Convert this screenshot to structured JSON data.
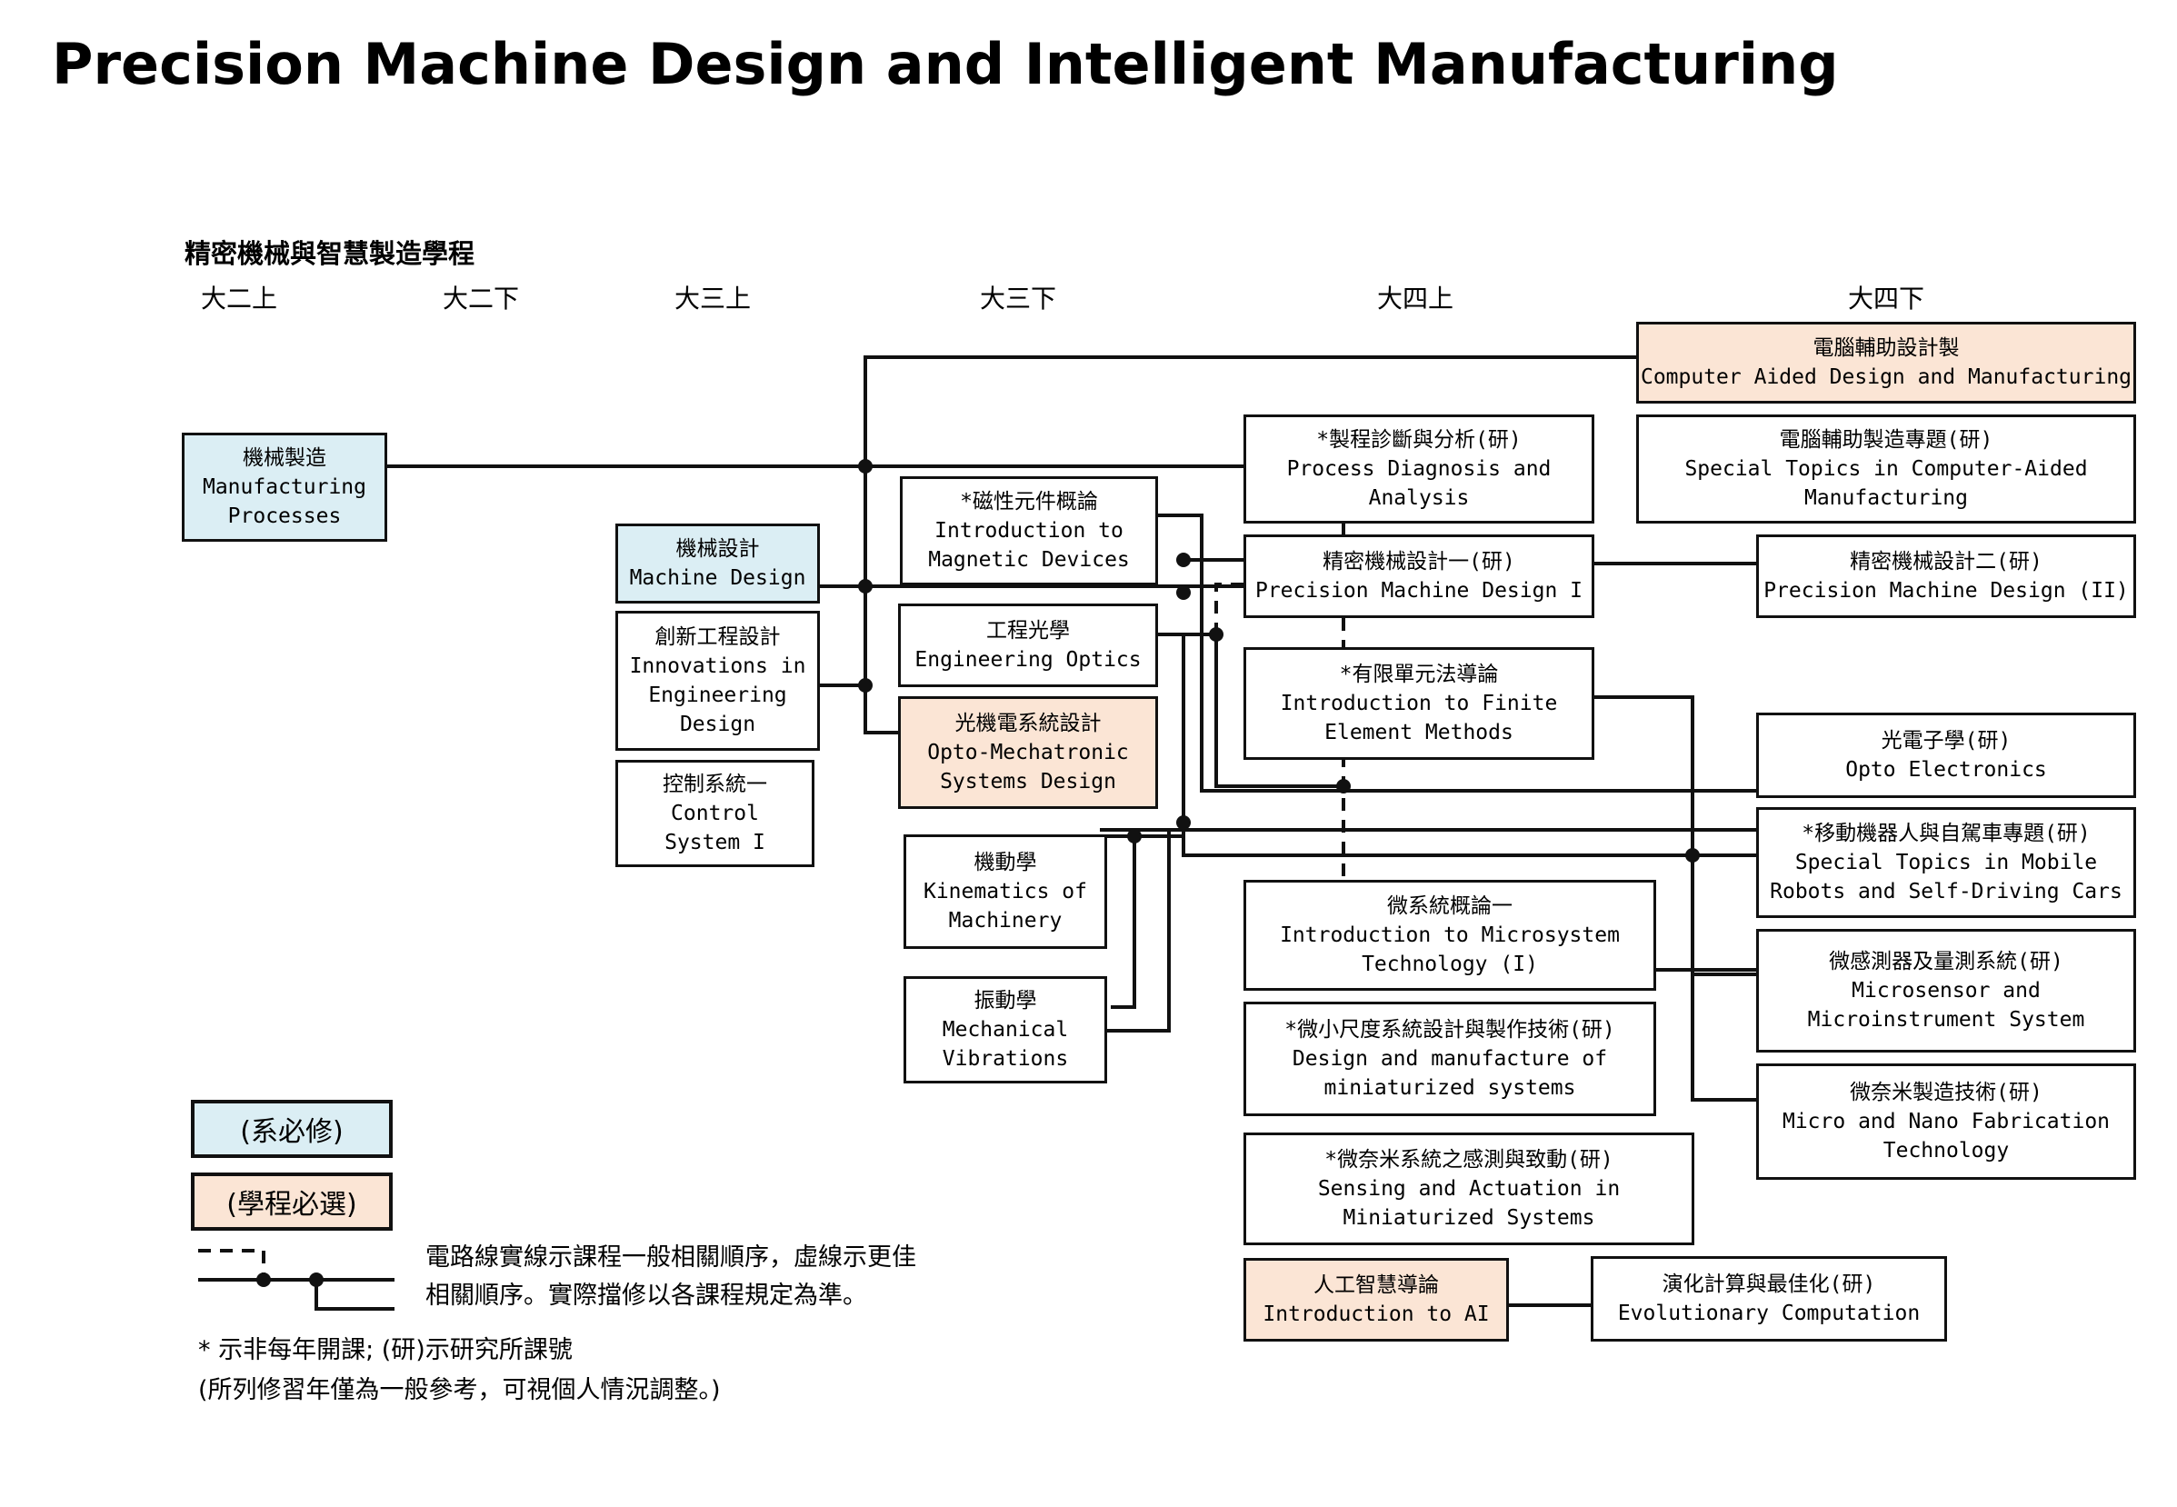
{
  "title": "Precision Machine Design and Intelligent Manufacturing",
  "program_title": "精密機械與智慧製造學程",
  "semesters": [
    "大二上",
    "大二下",
    "大三上",
    "大三下",
    "大四上",
    "大四下"
  ],
  "colors": {
    "dept_required": "#dbeef4",
    "program_required": "#fbe5d5",
    "line": "#111111"
  },
  "courses": {
    "mfg": {
      "zh": "機械製造",
      "en": "Manufacturing\nProcesses",
      "category": "dept_required"
    },
    "md": {
      "zh": "機械設計",
      "en": "Machine Design",
      "category": "dept_required"
    },
    "ied": {
      "zh": "創新工程設計",
      "en": "Innovations in\nEngineering\nDesign",
      "category": "none"
    },
    "cs1": {
      "zh": "控制系統一",
      "en": "Control\nSystem I",
      "category": "none"
    },
    "mag": {
      "zh": "*磁性元件概論",
      "en": "Introduction to\nMagnetic Devices",
      "category": "none"
    },
    "eo": {
      "zh": "工程光學",
      "en": "Engineering Optics",
      "category": "none"
    },
    "omsd": {
      "zh": "光機電系統設計",
      "en": "Opto-Mechatronic\nSystems Design",
      "category": "program_required"
    },
    "kin": {
      "zh": "機動學",
      "en": "Kinematics of\nMachinery",
      "category": "none"
    },
    "vib": {
      "zh": "振動學",
      "en": "Mechanical\nVibrations",
      "category": "none"
    },
    "pda": {
      "zh": "*製程診斷與分析(研)",
      "en": "Process Diagnosis and\nAnalysis",
      "category": "none"
    },
    "pmd1": {
      "zh": "精密機械設計一(研)",
      "en": "Precision Machine Design I",
      "category": "none"
    },
    "fem": {
      "zh": "*有限單元法導論",
      "en": "Introduction to Finite\nElement Methods",
      "category": "none"
    },
    "mst": {
      "zh": "微系統概論一",
      "en": "Introduction to Microsystem\nTechnology (I)",
      "category": "none"
    },
    "dmms": {
      "zh": "*微小尺度系統設計與製作技術(研)",
      "en": "Design and manufacture of\nminiaturized systems",
      "category": "none"
    },
    "sams": {
      "zh": "*微奈米系統之感測與致動(研)",
      "en": "Sensing and Actuation in\nMiniaturized Systems",
      "category": "none"
    },
    "ai": {
      "zh": "人工智慧導論",
      "en": "Introduction to AI",
      "category": "program_required"
    },
    "cadm": {
      "zh": "電腦輔助設計製",
      "en": "Computer Aided Design and Manufacturing",
      "category": "program_required"
    },
    "stcam": {
      "zh": "電腦輔助製造專題(研)",
      "en": "Special Topics in Computer-Aided\nManufacturing",
      "category": "none"
    },
    "pmd2": {
      "zh": "精密機械設計二(研)",
      "en": "Precision Machine Design (II)",
      "category": "none"
    },
    "oe": {
      "zh": "光電子學(研)",
      "en": "Opto Electronics",
      "category": "none"
    },
    "mobile": {
      "zh": "*移動機器人與自駕車專題(研)",
      "en": "Special Topics in Mobile\nRobots and Self-Driving Cars",
      "category": "none"
    },
    "msis": {
      "zh": "微感測器及量測系統(研)",
      "en": "Microsensor and\nMicroinstrument System",
      "category": "none"
    },
    "mnft": {
      "zh": "微奈米製造技術(研)",
      "en": "Micro and Nano Fabrication\nTechnology",
      "category": "none"
    },
    "ec": {
      "zh": "演化計算與最佳化(研)",
      "en": "Evolutionary Computation",
      "category": "none"
    }
  },
  "legend": {
    "dept_required": "(系必修)",
    "program_required": "(學程必選)",
    "line_note_1": "電路線實線示課程一般相關順序，虛線示更佳",
    "line_note_2": "相關順序。實際擋修以各課程規定為準。",
    "star_note": "* 示非每年開課; (研)示研究所課號",
    "year_note": "(所列修習年僅為一般參考，可視個人情況調整。)"
  }
}
